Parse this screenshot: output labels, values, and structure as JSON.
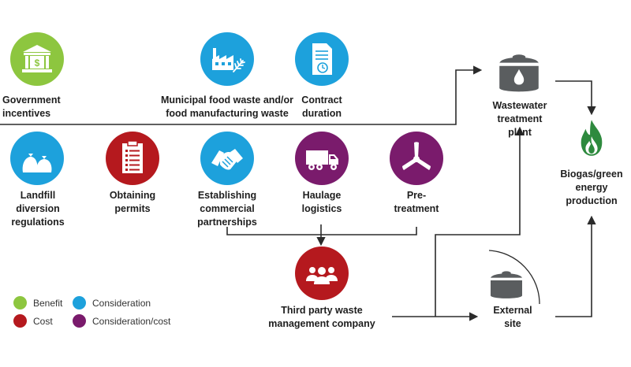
{
  "colors": {
    "benefit": "#8dc63f",
    "consideration": "#1da1dc",
    "cost": "#b5191e",
    "consideration_cost": "#7a1b6c",
    "neutral": "#5a5d5f",
    "green": "#2e8a3e",
    "line": "#2b2b2b"
  },
  "nodes": {
    "government": {
      "line1": "Government",
      "line2": "incentives",
      "icon": "bank-icon",
      "category": "benefit"
    },
    "municipal": {
      "line1": "Municipal food waste and/or",
      "line2": "food manufacturing waste",
      "icon": "factory-icon",
      "category": "consideration"
    },
    "contract": {
      "line1": "Contract",
      "line2": "duration",
      "icon": "document-clock-icon",
      "category": "consideration"
    },
    "landfill": {
      "line1": "Landfill",
      "line2": "diversion",
      "line3": "regulations",
      "icon": "garbage-bags-icon",
      "category": "consideration"
    },
    "permits": {
      "line1": "Obtaining",
      "line2": "permits",
      "icon": "clipboard-icon",
      "category": "cost"
    },
    "partnerships": {
      "line1": "Establishing",
      "line2": "commercial",
      "line3": "partnerships",
      "icon": "handshake-icon",
      "category": "consideration"
    },
    "haulage": {
      "line1": "Haulage",
      "line2": "logistics",
      "icon": "truck-icon",
      "category": "consideration_cost"
    },
    "pretreatment": {
      "line1": "Pre-",
      "line2": "treatment",
      "icon": "mixer-icon",
      "category": "consideration_cost"
    },
    "thirdparty": {
      "line1": "Third party waste",
      "line2": "management company",
      "icon": "people-icon",
      "category": "cost"
    },
    "wastewater": {
      "line1": "Wastewater",
      "line2": "treatment",
      "line3": "plant",
      "icon": "tank-drop-icon"
    },
    "external": {
      "line1": "External",
      "line2": "site",
      "icon": "tank-icon"
    },
    "biogas": {
      "line1": "Biogas/green",
      "line2": "energy",
      "line3": "production",
      "icon": "flame-icon"
    }
  },
  "legend": {
    "benefit": "Benefit",
    "cost": "Cost",
    "consideration": "Consideration",
    "consideration_cost": "Consideration/cost"
  }
}
